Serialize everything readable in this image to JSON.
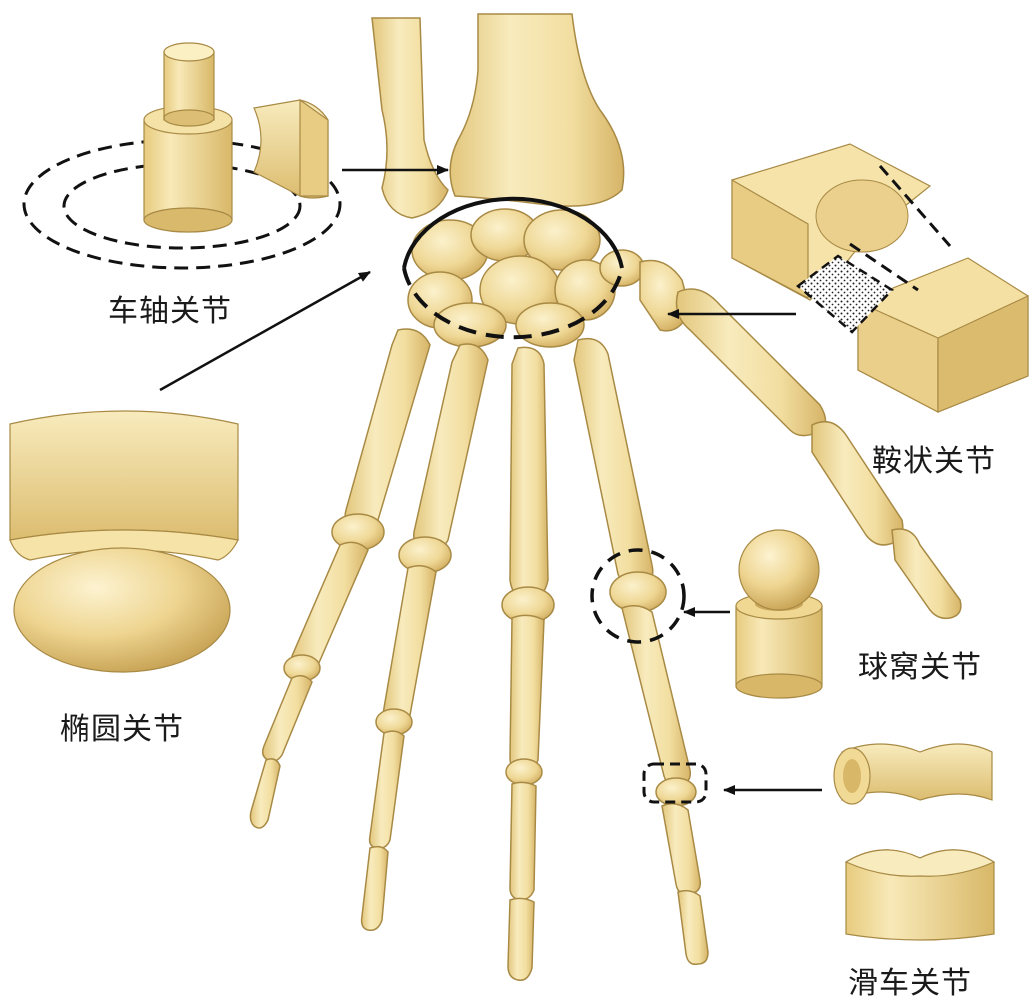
{
  "labels": {
    "pivot": "车轴关节",
    "ellipsoid": "椭圆关节",
    "saddle": "鞍状关节",
    "ball": "球窝关节",
    "hinge": "滑车关节"
  },
  "colors": {
    "bone_light": "#f6e6b0",
    "bone_mid": "#e9cf85",
    "bone_dark": "#c9a557",
    "outline": "#a88a45",
    "line": "#111111"
  }
}
